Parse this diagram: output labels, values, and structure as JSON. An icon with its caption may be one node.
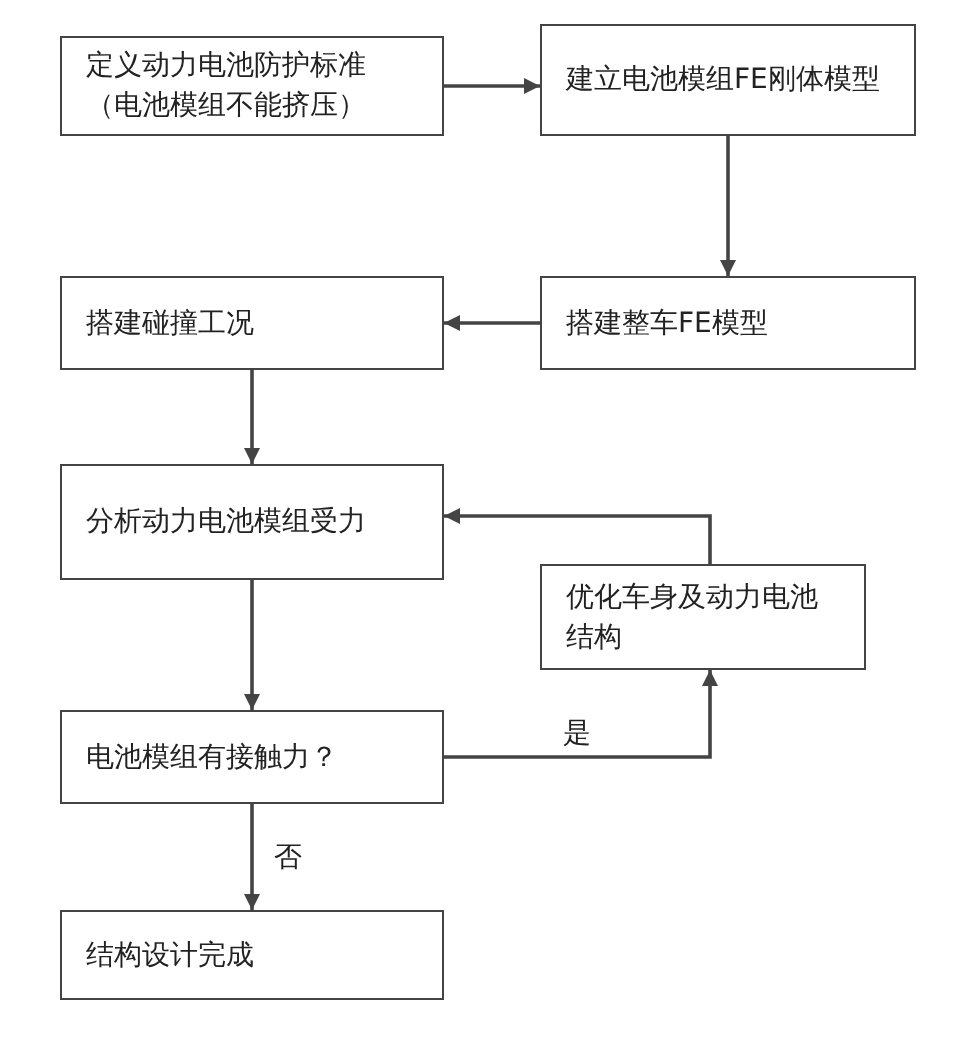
{
  "diagram": {
    "nodes": [
      {
        "text": [
          "定义动力电池防护标准（电池模组不能挤压）"
        ]
      },
      {
        "text": [
          "建立电池模组FE刚体模型"
        ]
      },
      {
        "text": [
          "搭建整车FE模型"
        ]
      },
      {
        "text": [
          "搭建碰撞工况"
        ]
      },
      {
        "text": [
          "分析动力电池模组受力"
        ]
      },
      {
        "text": [
          "优化车身及动力电池结构"
        ]
      },
      {
        "text": [
          "电池模组有接触力？"
        ]
      },
      {
        "text": [
          "结构设计完成"
        ]
      }
    ],
    "edges": [
      {
        "from": 0,
        "to": 1,
        "arrow": "to"
      },
      {
        "from": 1,
        "to": 2,
        "arrow": "to"
      },
      {
        "from": 2,
        "to": 3,
        "arrow": "to"
      },
      {
        "from": 3,
        "to": 4,
        "arrow": "to"
      },
      {
        "from": 4,
        "to": 6,
        "arrow": "to"
      },
      {
        "from": 6,
        "to": 5,
        "arrow": "to",
        "label": "是"
      },
      {
        "from": 5,
        "to": 4,
        "arrow": "to"
      },
      {
        "from": 6,
        "to": 7,
        "arrow": "to",
        "label": "否"
      }
    ]
  }
}
